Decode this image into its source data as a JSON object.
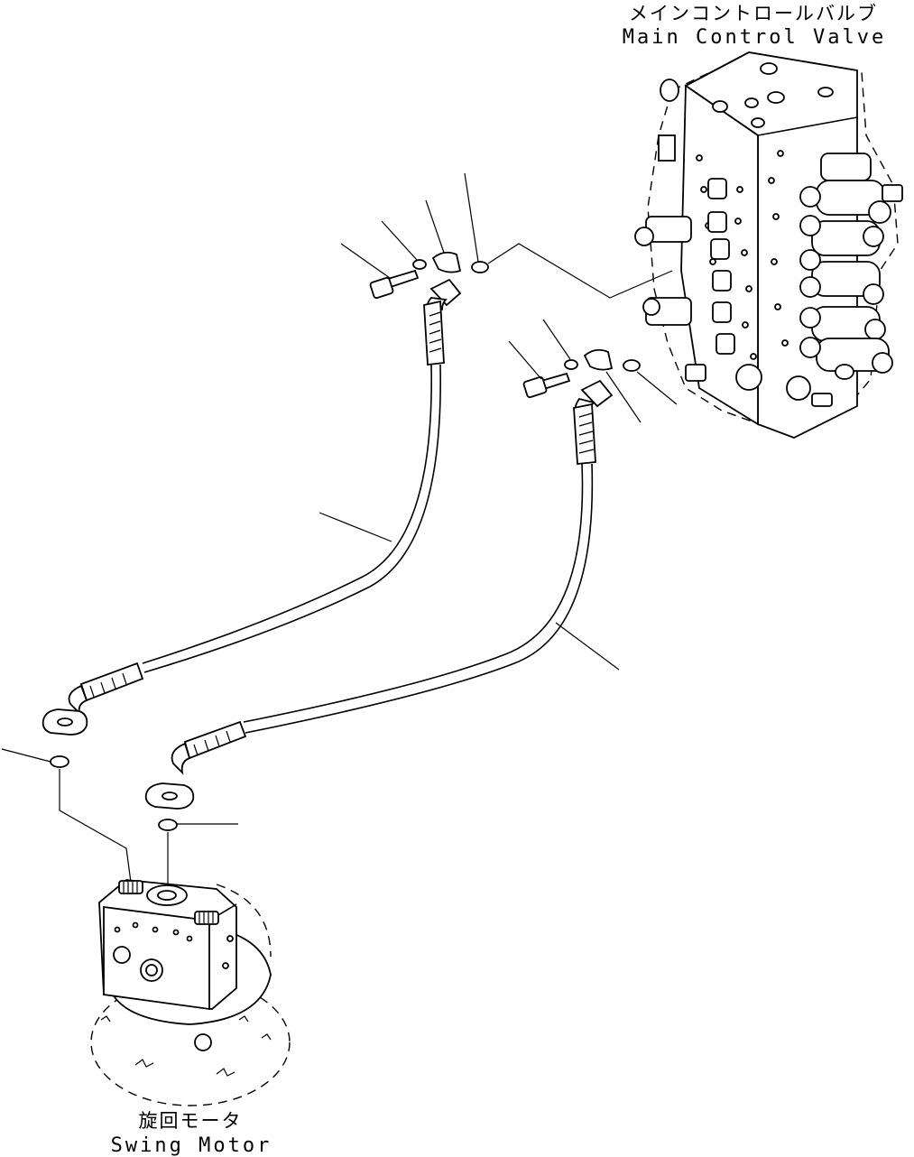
{
  "labels": {
    "main_control_valve_jp": "メインコントロールバルブ",
    "main_control_valve_en": "Main Control Valve",
    "swing_motor_jp": "旋回モータ",
    "swing_motor_en": "Swing Motor"
  },
  "colors": {
    "line": "#000000",
    "background": "#ffffff"
  }
}
